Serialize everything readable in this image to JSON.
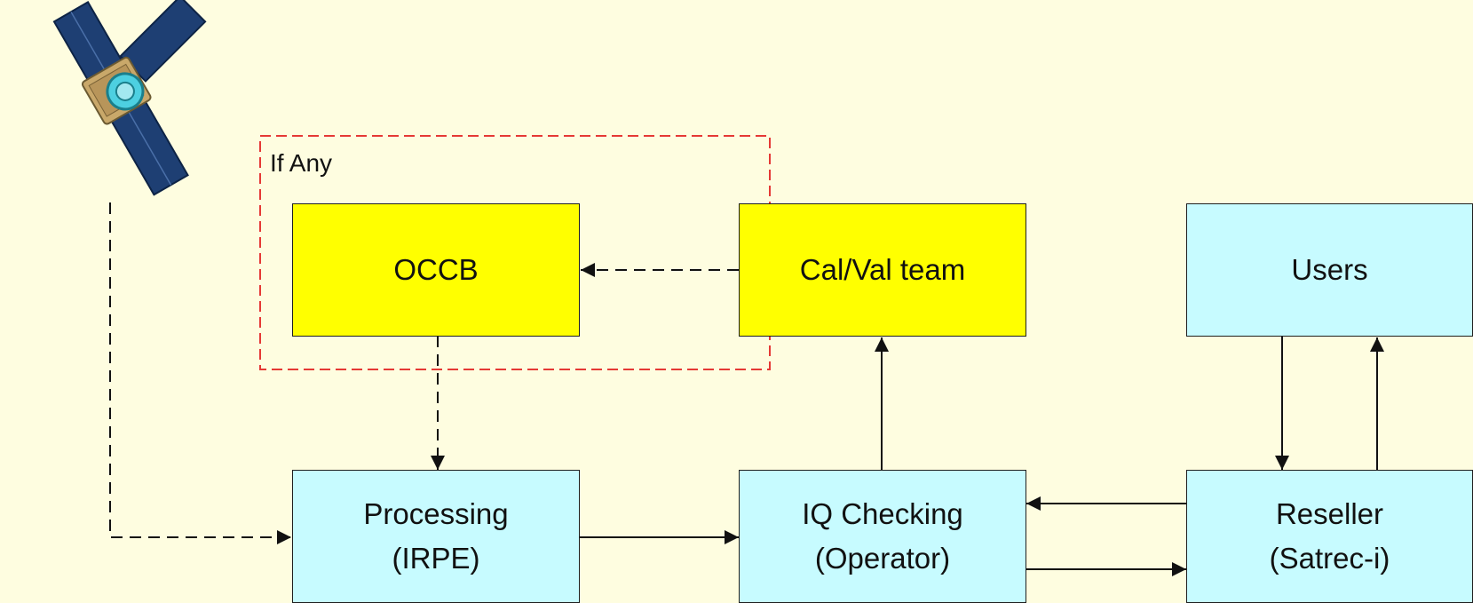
{
  "region_label": "If Any",
  "nodes": {
    "occb": {
      "line1": "OCCB"
    },
    "calval": {
      "line1": "Cal/Val team"
    },
    "users": {
      "line1": "Users"
    },
    "processing": {
      "line1": "Processing",
      "line2": "(IRPE)"
    },
    "iq": {
      "line1": "IQ Checking",
      "line2": "(Operator)"
    },
    "reseller": {
      "line1": "Reseller",
      "line2": "(Satrec-i)"
    }
  },
  "colors": {
    "background": "#fefde0",
    "highlight_box": "#ffff00",
    "process_box": "#c7fbff",
    "region_border": "#e53935",
    "satellite_panel": "#1e3f73",
    "satellite_body": "#c9a86a",
    "satellite_lens": "#4dd0e1"
  },
  "icons": [
    "satellite-icon"
  ]
}
